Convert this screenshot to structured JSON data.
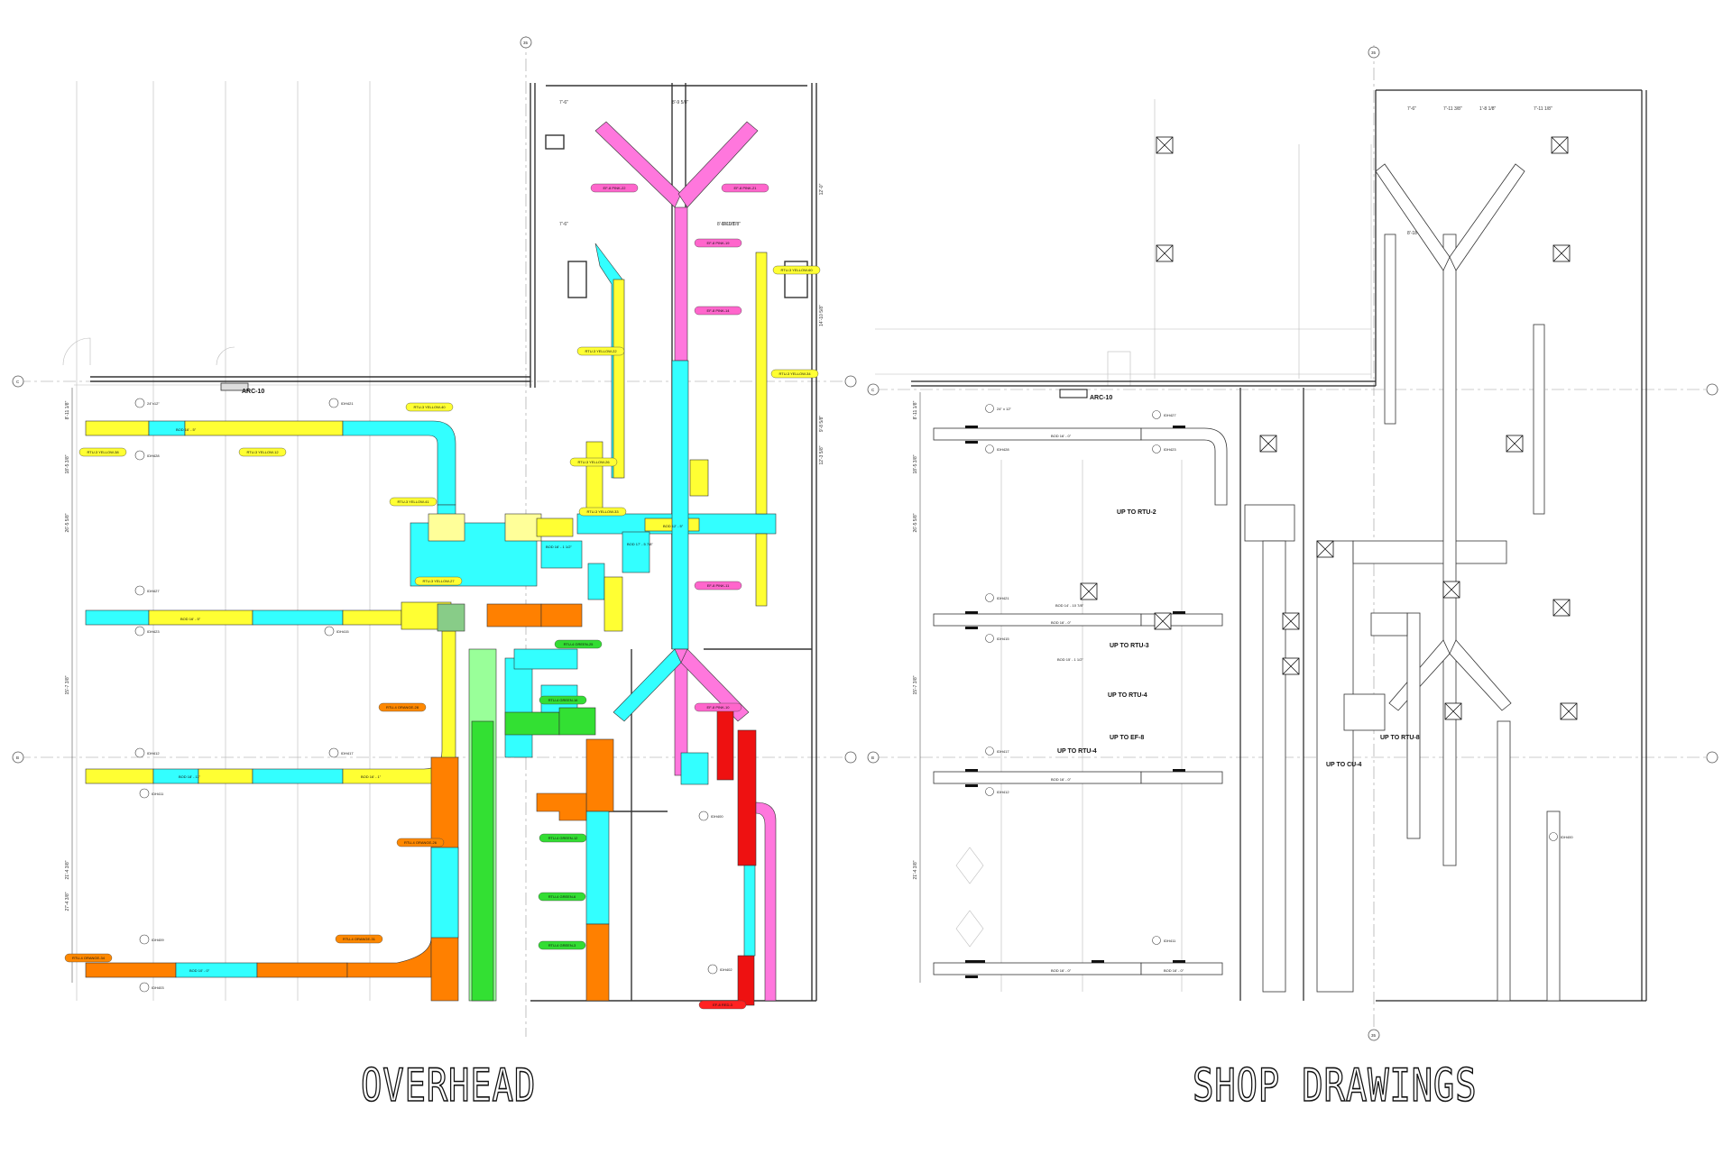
{
  "captions": {
    "left": "OVERHEAD",
    "right": "SHOP DRAWINGS"
  },
  "grid": {
    "vertical": "35",
    "horizontal": [
      "C",
      "B"
    ]
  },
  "overhead": {
    "arc_label": "ARC-10",
    "dims_left": [
      "8'-11 1/8\"",
      "18'-5 3/8\"",
      "26'-5 5/8\"",
      "15'-7 3/8\"",
      "21'-4 3/8\"",
      "27'-4 3/8\""
    ],
    "dims_top": [
      "7'-6\"",
      "8'-9 5/8\"",
      "8'-18 1/8\"",
      "7'-6\"",
      "8'-10 1/8\""
    ],
    "dims_right": [
      "12'-0\"",
      "14'-10 5/8\"",
      "9'-8 5/8\"",
      "12'-3 5/8\""
    ],
    "tags": [
      {
        "text": "RTU-3 YELLOW-40",
        "color": "#ffff33"
      },
      {
        "text": "RTU-3 YELLOW-38",
        "color": "#ffff33"
      },
      {
        "text": "RTU-3 YELLOW-41",
        "color": "#ffff33"
      },
      {
        "text": "RTU-3 YELLOW-27",
        "color": "#ffff33"
      },
      {
        "text": "RTU-3 YELLOW-12",
        "color": "#ffff33"
      },
      {
        "text": "RTU-3 YELLOW-26",
        "color": "#ffff33"
      },
      {
        "text": "RTU-3 YELLOW-33",
        "color": "#ffff33"
      },
      {
        "text": "RTU-3 YELLOW-34",
        "color": "#ffff33"
      },
      {
        "text": "RTU-3 YELLOW-60",
        "color": "#ffff33"
      },
      {
        "text": "RTU-3 YELLOW-22",
        "color": "#ffff33"
      },
      {
        "text": "EF-8 PINK-22",
        "color": "#ff66cc"
      },
      {
        "text": "EF-8 PINK-21",
        "color": "#ff66cc"
      },
      {
        "text": "EF-8 PINK-19",
        "color": "#ff66cc"
      },
      {
        "text": "EF-8 PINK-14",
        "color": "#ff66cc"
      },
      {
        "text": "EF-8 PINK-11",
        "color": "#ff66cc"
      },
      {
        "text": "EF-8 PINK-10",
        "color": "#ff66cc"
      },
      {
        "text": "RTU-4 ORANGE-26",
        "color": "#ff8800"
      },
      {
        "text": "RTU-4 ORANGE-28",
        "color": "#ff8800"
      },
      {
        "text": "RTU-4 ORANGE-31",
        "color": "#ff8800"
      },
      {
        "text": "RTU-4 ORANGE-34",
        "color": "#ff8800"
      },
      {
        "text": "RTU-4 GREEN-25",
        "color": "#33dd33"
      },
      {
        "text": "RTU-4 GREEN-16",
        "color": "#33dd33"
      },
      {
        "text": "RTU-4 GREEN-12",
        "color": "#33dd33"
      },
      {
        "text": "RTU-4 GREEN-6",
        "color": "#33dd33"
      },
      {
        "text": "RTU-4 GREEN-3",
        "color": "#33dd33"
      },
      {
        "text": "EF-8 RED-3",
        "color": "#ff2222"
      }
    ],
    "bods": [
      "BOD 16' - 5\"",
      "BOD 16' - 5\"",
      "BOD 18' - 11\"",
      "BOD 16' - 1\"",
      "BOD 10' - 0\"",
      "BOD 12' - 5\"",
      "BOD 17' - 5 7/8\"",
      "BOD 16' - 1 1/2\""
    ],
    "grilles": [
      "24\"x12\"",
      "IDH428",
      "IDH427",
      "IDH423",
      "IDH421",
      "IDH415",
      "IDH417",
      "IDH412",
      "IDH411",
      "IDH409",
      "IDH403",
      "IDH400",
      "IDH402"
    ]
  },
  "shop": {
    "arc_label": "ARC-10",
    "rtu_labels": [
      "UP TO RTU-2",
      "UP TO RTU-3",
      "UP TO RTU-4",
      "UP TO RTU-4",
      "UP TO EF-8",
      "UP TO RTU-8",
      "UP TO CU-4"
    ],
    "dims_left": [
      "8'-11 1/8\"",
      "18'-5 3/8\"",
      "26'-5 5/8\"",
      "15'-7 3/8\"",
      "21'-4 3/8\""
    ],
    "dims_top": [
      "7'-6\"",
      "7'-11 3/8\"",
      "1'-8 1/8\"",
      "7'-11 1/8\"",
      "8'-18 1/8\""
    ],
    "bods": [
      "BOD 16' - 0\"",
      "BOD 16' - 0\"",
      "BOD 16' - 0\"",
      "BOD 16' - 0\"",
      "BOD 16' - 0\"",
      "BOD 14' - 10 7/8\"",
      "BOD 15' - 1 1/2\""
    ],
    "grilles": [
      "24\" x 12\"",
      "IDH428",
      "IDH427",
      "IDH423",
      "IDH421",
      "IDH415",
      "IDH417",
      "IDH412",
      "IDH411",
      "IDH400"
    ]
  },
  "colors": {
    "cyan": "#33ffff",
    "yellow": "#ffff33",
    "pink": "#ff77dd",
    "orange": "#ff8000",
    "green": "#33e033",
    "red": "#ee1111",
    "lightgreen": "#99ff99",
    "line": "#444444"
  }
}
